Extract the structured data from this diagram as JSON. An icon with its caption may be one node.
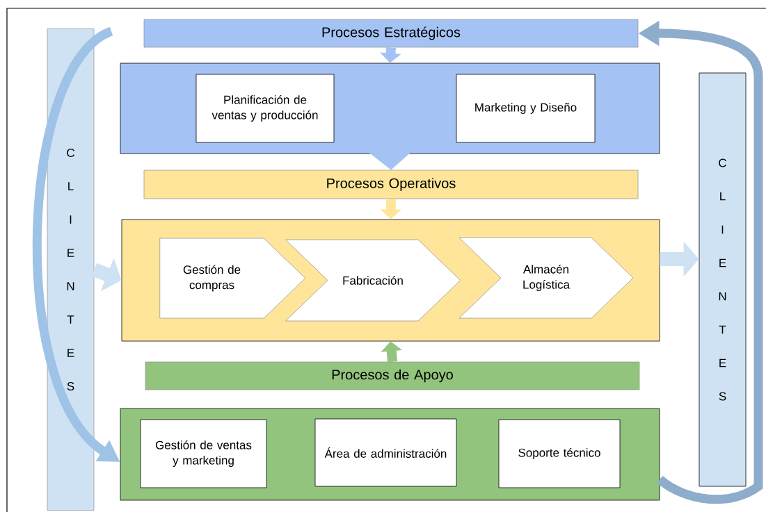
{
  "diagram": {
    "nodes": [
      {
        "text": [
          "C L I E N T E S"
        ]
      },
      {
        "text": [
          "Procesos Estratégicos"
        ]
      },
      {
        "text": [],
        "shape": "box"
      },
      {
        "text": [
          "Planificación de ventas y producción"
        ],
        "in": 2
      },
      {
        "text": [
          "Marketing y Diseño"
        ],
        "in": 2
      },
      {
        "text": [
          "Procesos Operativos"
        ]
      },
      {
        "text": [],
        "shape": "box"
      },
      {
        "text": [
          "Gestión de compras"
        ],
        "in": 6
      },
      {
        "text": [
          "Fabricación"
        ],
        "in": 6
      },
      {
        "text": [
          "Almacén Logística"
        ],
        "in": 6
      },
      {
        "text": [
          "Procesos de Apoyo"
        ]
      },
      {
        "text": [],
        "shape": "box"
      },
      {
        "text": [
          "Gestión de ventas y marketing"
        ],
        "in": 11
      },
      {
        "text": [
          "Área de administración"
        ],
        "in": 11
      },
      {
        "text": [
          "Soporte técnico"
        ],
        "in": 11
      },
      {
        "text": [
          "C L I E N T E S"
        ]
      }
    ],
    "edges": [
      {
        "from": 1,
        "to": 2,
        "arrow": "to",
        "color": "#a4c2f4"
      },
      {
        "from": 2,
        "to": 5,
        "arrow": "to",
        "color": "#a4c2f4"
      },
      {
        "from": 5,
        "to": 6,
        "arrow": "to",
        "color": "#ffe599"
      },
      {
        "from": 10,
        "to": 6,
        "arrow": "to",
        "color": "#93c47d"
      },
      {
        "from": 0,
        "to": 6,
        "arrow": "to",
        "color": "#cfe2f3"
      },
      {
        "from": 6,
        "to": 15,
        "arrow": "to",
        "color": "#cfe2f3"
      },
      {
        "from": null,
        "to": 11,
        "arrow": "to",
        "color": "#9fc3e6"
      },
      {
        "from": 11,
        "to": 1,
        "arrow": "to",
        "color": "#8eaccb"
      }
    ]
  }
}
